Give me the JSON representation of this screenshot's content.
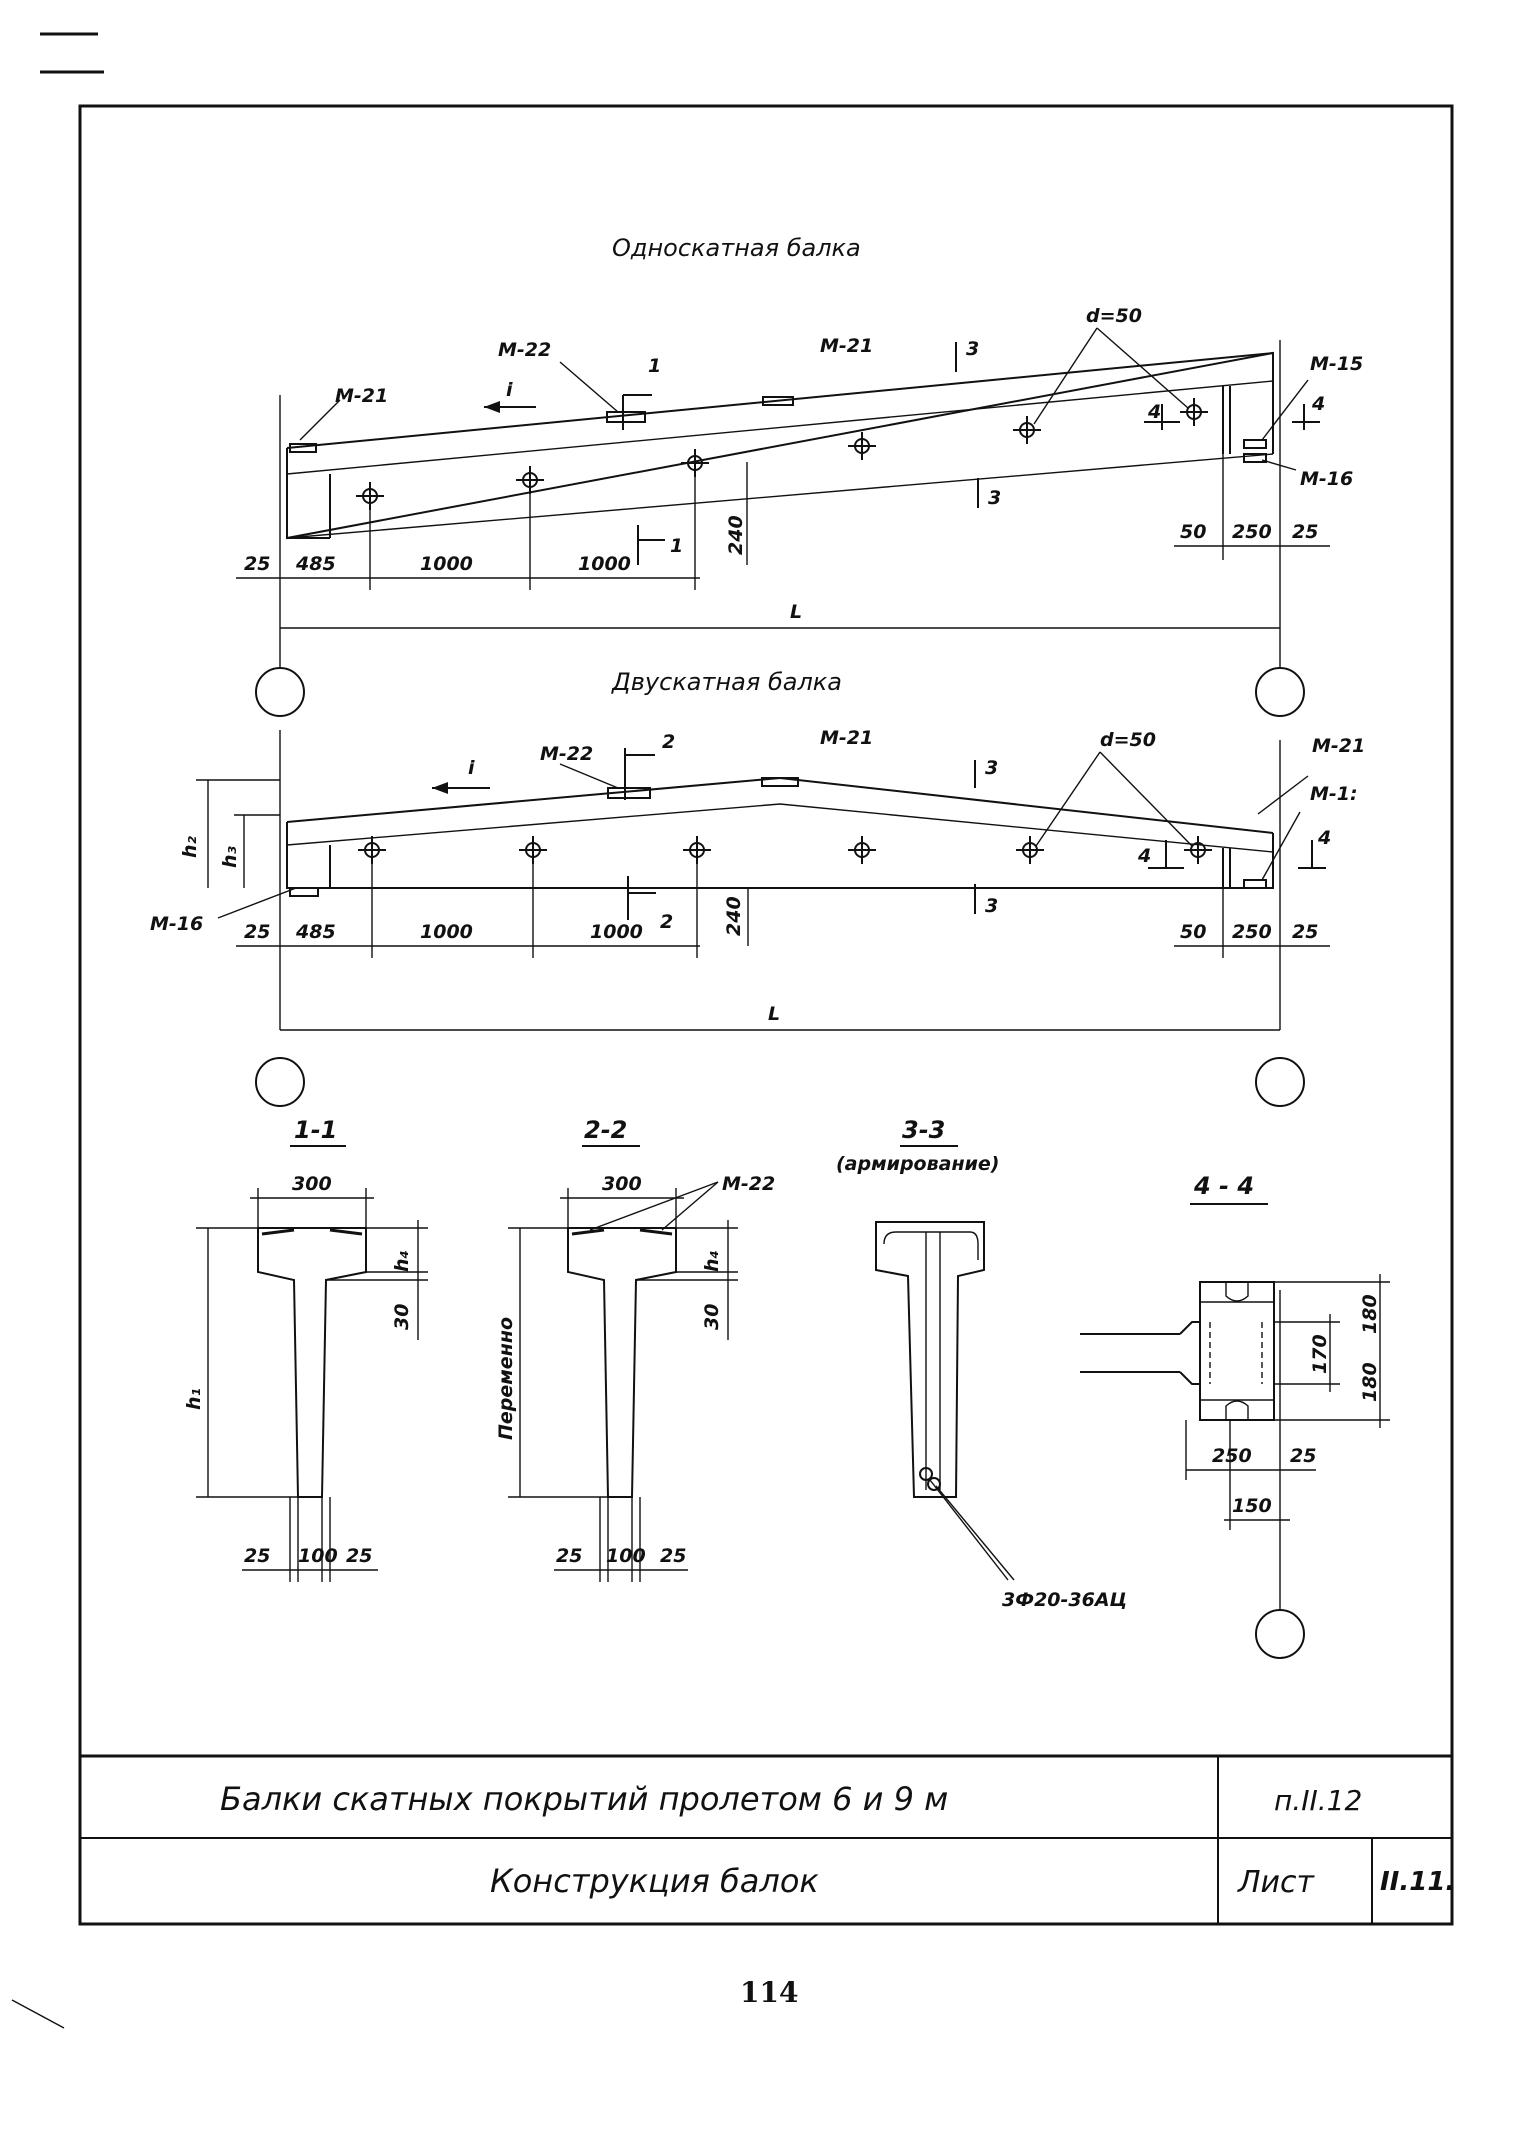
{
  "title_block": {
    "title": "Балки скатных покрытий пролетом 6 и 9 м",
    "code": "п.II.12",
    "subtitle": "Конструкция балок",
    "sheet_label": "Лист",
    "sheet_value": "II.11."
  },
  "page_number": "114",
  "single_slope": {
    "title": "Односкатная балка",
    "labels": {
      "m21_left": "М-21",
      "m22": "М-22",
      "m21_mid": "М-21",
      "m15": "М-15",
      "m16": "М-16",
      "slope": "i",
      "d": "d=50",
      "sec1_top": "1",
      "sec1_bot": "1",
      "sec3_top": "3",
      "sec3_bot": "3",
      "sec4_a": "4",
      "sec4_b": "4"
    },
    "dims": {
      "d25_left": "25",
      "d485": "485",
      "d1000a": "1000",
      "d1000b": "1000",
      "d240": "240",
      "d50": "50",
      "d250": "250",
      "d25_right": "25",
      "span": "L"
    }
  },
  "double_slope": {
    "title": "Двускатная балка",
    "labels": {
      "m22": "М-22",
      "m21_mid": "М-21",
      "m21_right": "М-21",
      "m1x": "М-1:",
      "m16": "М-16",
      "slope": "i",
      "d": "d=50",
      "sec2_top": "2",
      "sec2_bot": "2",
      "sec3_top": "3",
      "sec3_bot": "3",
      "sec4_a": "4",
      "sec4_b": "4",
      "h2": "h₂",
      "h3": "h₃"
    },
    "dims": {
      "d25_left": "25",
      "d485": "485",
      "d1000a": "1000",
      "d1000b": "1000",
      "d240": "240",
      "d50": "50",
      "d250": "250",
      "d25_right": "25",
      "span": "L"
    }
  },
  "section_1_1": {
    "title": "1-1",
    "dims": {
      "top": "300",
      "h4": "h₄",
      "d30": "30",
      "h1": "h₁",
      "b25a": "25",
      "b100": "100",
      "b25b": "25"
    }
  },
  "section_2_2": {
    "title": "2-2",
    "dims": {
      "top": "300",
      "m22": "М-22",
      "h4": "h₄",
      "d30": "30",
      "var": "Переменно",
      "b25a": "25",
      "b100": "100",
      "b25b": "25"
    }
  },
  "section_3_3": {
    "title": "3-3",
    "subtitle": "(армирование)",
    "rebar": "3Ф20-36АЦ"
  },
  "section_4_4": {
    "title": "4 - 4",
    "dims": {
      "d180a": "180",
      "d170": "170",
      "d180b": "180",
      "d250": "250",
      "d25": "25",
      "d150": "150"
    }
  }
}
